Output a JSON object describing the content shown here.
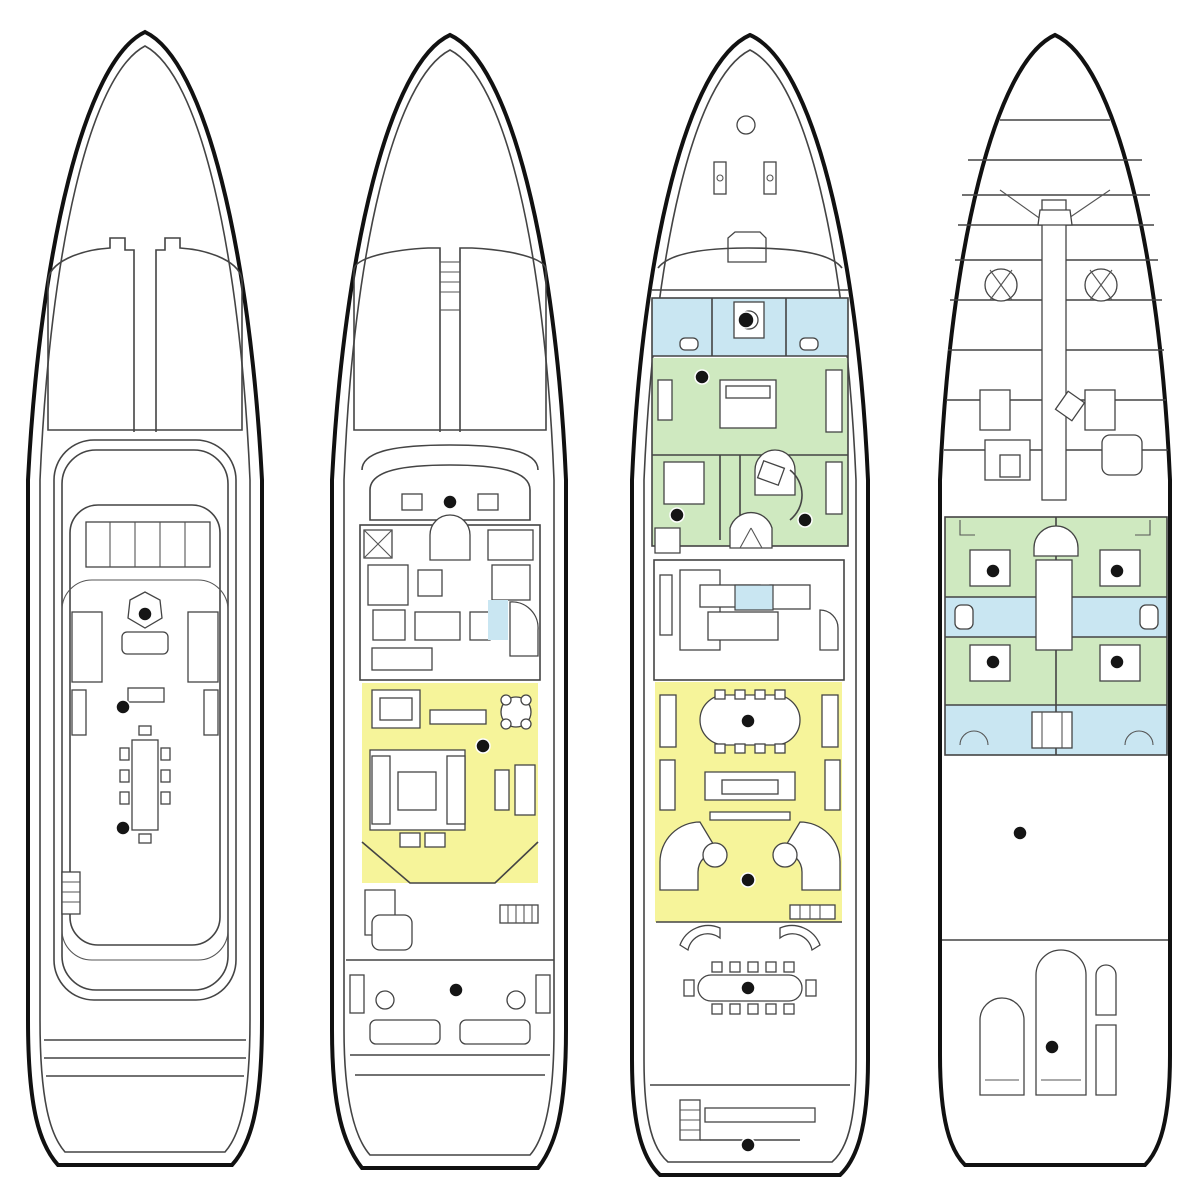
{
  "colors": {
    "hull_outline": "#111111",
    "line": "#444444",
    "background": "#ffffff",
    "zone_yellow": "#f6f49a",
    "zone_green": "#cfe9c0",
    "zone_blue": "#c9e6f2",
    "marker": "#151515"
  },
  "decks": [
    {
      "id": "sun-deck",
      "shaded_zones": []
    },
    {
      "id": "bridge-deck",
      "shaded_zones": [
        "yellow",
        "blue"
      ]
    },
    {
      "id": "main-deck",
      "shaded_zones": [
        "blue",
        "green",
        "yellow"
      ]
    },
    {
      "id": "lower-deck",
      "shaded_zones": [
        "green",
        "blue",
        "green",
        "blue"
      ]
    }
  ],
  "icons": [
    "circular-marker-icon",
    "staircase-icon",
    "table-icon",
    "chair-icon",
    "sofa-icon",
    "bed-icon"
  ]
}
